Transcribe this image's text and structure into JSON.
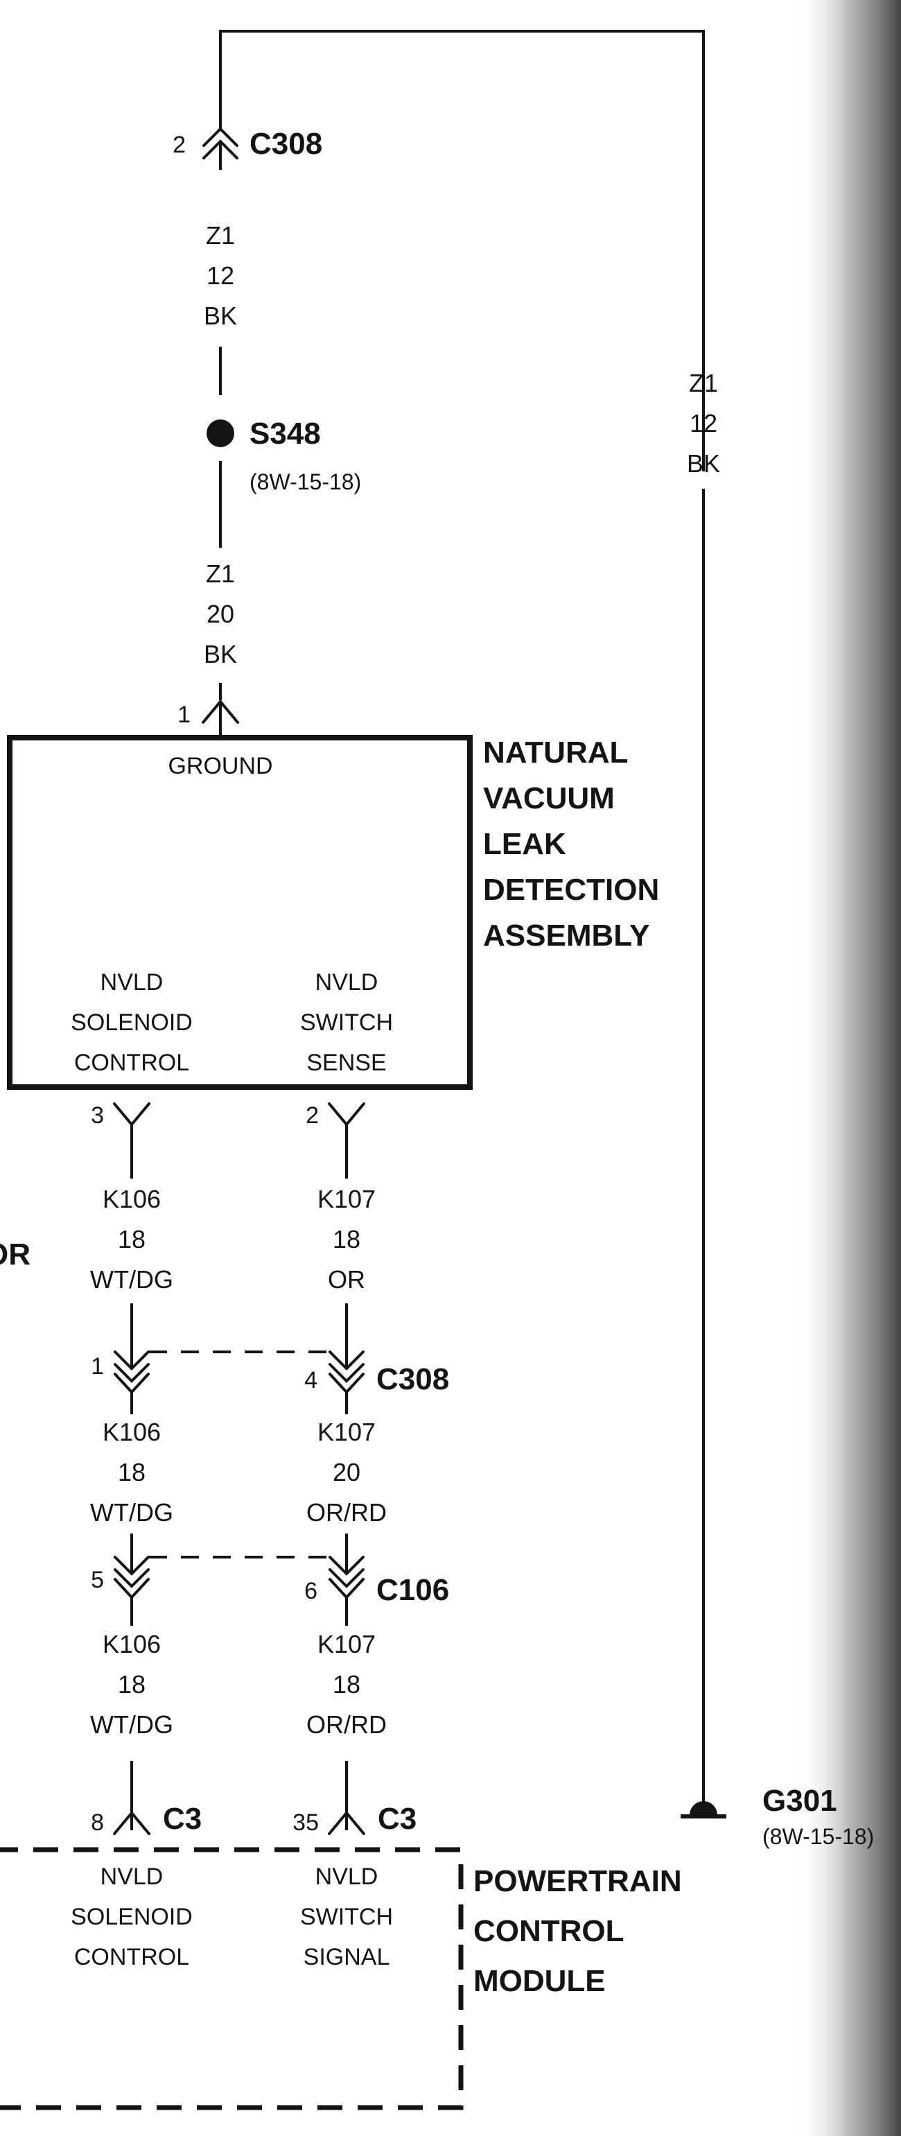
{
  "connectors": {
    "c308_top": {
      "pin": "2",
      "id": "C308"
    },
    "nvld_pin1": {
      "pin": "1"
    },
    "nvld_pin3": {
      "pin": "3"
    },
    "nvld_pin2": {
      "pin": "2"
    },
    "c308_a": {
      "pin": "1"
    },
    "c308_b": {
      "pin": "4",
      "id": "C308"
    },
    "c106_a": {
      "pin": "5"
    },
    "c106_b": {
      "pin": "6",
      "id": "C106"
    },
    "pcm_a": {
      "pin": "8",
      "id": "C3"
    },
    "pcm_b": {
      "pin": "35",
      "id": "C3"
    }
  },
  "splice": {
    "id": "S348",
    "ref": "(8W-15-18)"
  },
  "ground": {
    "id": "G301",
    "ref": "(8W-15-18)"
  },
  "wires": {
    "z1_top": [
      "Z1",
      "12",
      "BK"
    ],
    "z1_mid": [
      "Z1",
      "20",
      "BK"
    ],
    "z1_right": [
      "Z1",
      "12",
      "BK"
    ],
    "k106_1": [
      "K106",
      "18",
      "WT/DG"
    ],
    "k107_1": [
      "K107",
      "18",
      "OR"
    ],
    "k106_2": [
      "K106",
      "18",
      "WT/DG"
    ],
    "k107_2": [
      "K107",
      "20",
      "OR/RD"
    ],
    "k106_3": [
      "K106",
      "18",
      "WT/DG"
    ],
    "k107_3": [
      "K107",
      "18",
      "OR/RD"
    ]
  },
  "nvld": {
    "title": [
      "NATURAL",
      "VACUUM",
      "LEAK",
      "DETECTION",
      "ASSEMBLY"
    ],
    "ground_label": "GROUND",
    "solenoid_label": [
      "NVLD",
      "SOLENOID",
      "CONTROL"
    ],
    "switch_label": [
      "NVLD",
      "SWITCH",
      "SENSE"
    ]
  },
  "pcm": {
    "title": [
      "POWERTRAIN",
      "CONTROL",
      "MODULE"
    ],
    "solenoid_label": [
      "NVLD",
      "SOLENOID",
      "CONTROL"
    ],
    "switch_label": [
      "NVLD",
      "SWITCH",
      "SIGNAL"
    ]
  },
  "partial_text": {
    "left_cut": "OR"
  }
}
